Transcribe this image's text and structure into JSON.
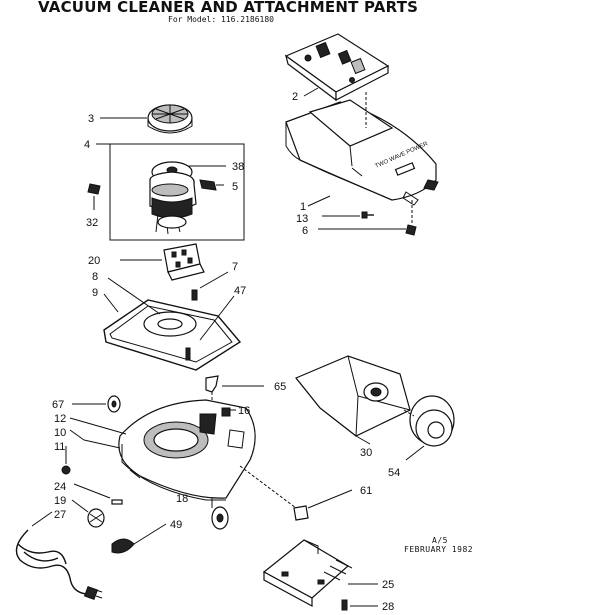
{
  "title": "VACUUM CLEANER AND ATTACHMENT PARTS",
  "subtitle": "For Model: 116.2186180",
  "footer": {
    "page": "A/5",
    "date": "FEBRUARY 1982"
  },
  "callouts": [
    "2",
    "3",
    "4",
    "38",
    "5",
    "32",
    "1",
    "13",
    "6",
    "20",
    "7",
    "8",
    "9",
    "47",
    "65",
    "67",
    "12",
    "16",
    "10",
    "11",
    "30",
    "54",
    "61",
    "24",
    "19",
    "18",
    "27",
    "49",
    "25",
    "28"
  ],
  "colors": {
    "ink": "#111111",
    "paper": "#ffffff"
  }
}
